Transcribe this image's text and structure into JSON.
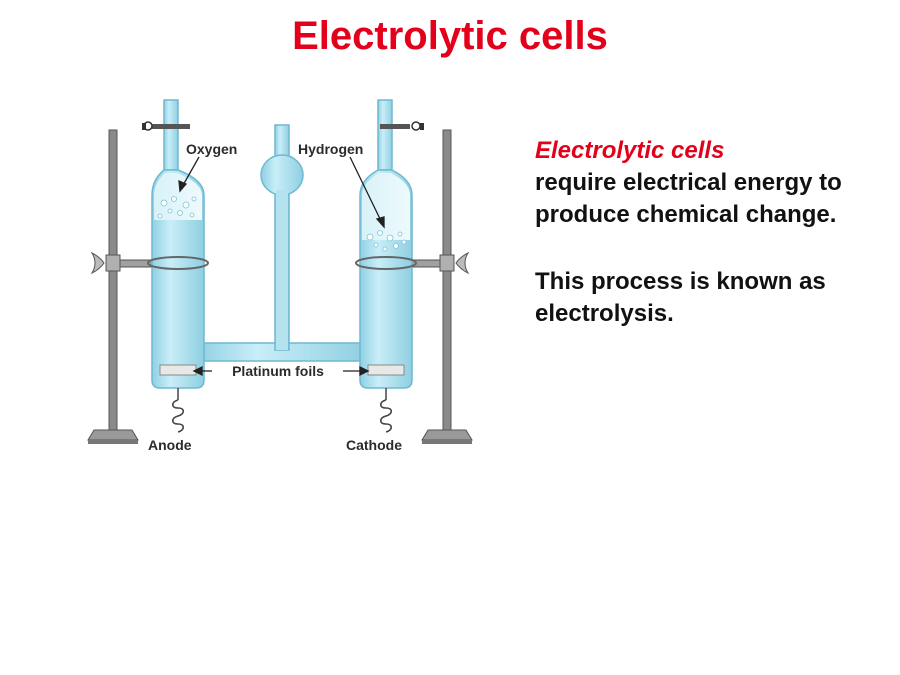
{
  "slide": {
    "title": "Electrolytic cells"
  },
  "diagram": {
    "labels": {
      "oxygen": "Oxygen",
      "hydrogen": "Hydrogen",
      "platinum_foils": "Platinum foils",
      "anode": "Anode",
      "cathode": "Cathode"
    }
  },
  "body": {
    "highlight": "Electrolytic cells",
    "sentence1_rest": "require electrical energy to produce chemical change.",
    "sentence2": "This process is known as electrolysis."
  },
  "colors": {
    "title": "#e3001b",
    "highlight": "#e3001b",
    "liquid": "#a9dcea",
    "glass_edge": "#6fb8d1",
    "stand": "#7a7a7a"
  }
}
